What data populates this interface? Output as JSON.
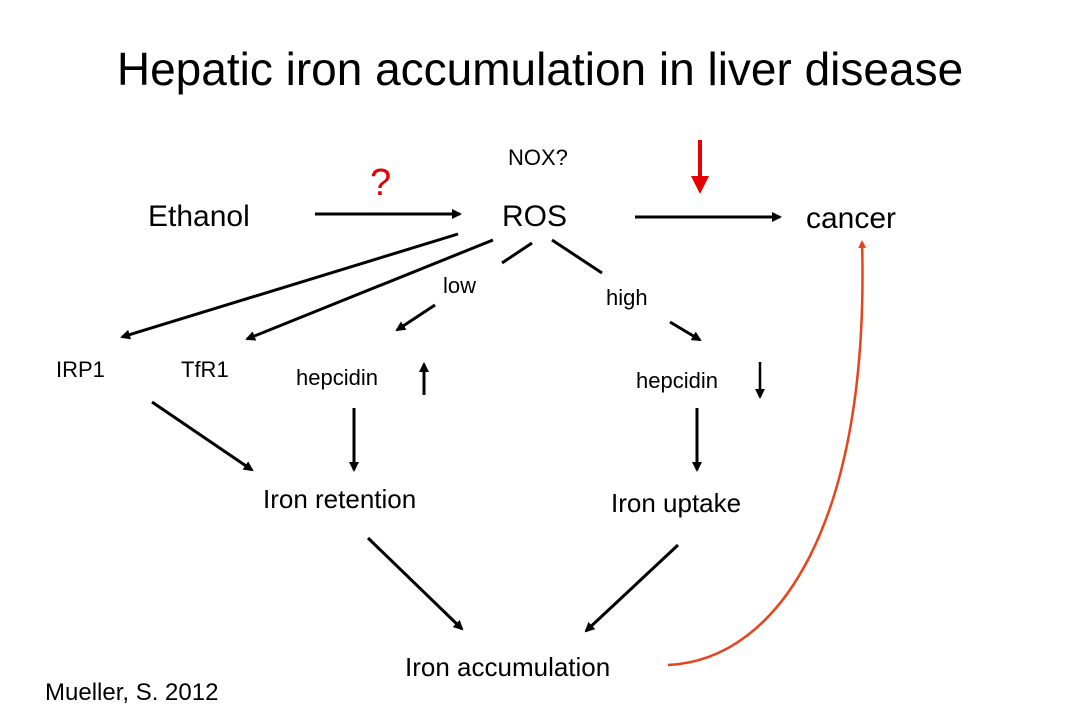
{
  "title": "Hepatic iron accumulation in liver disease",
  "nodes": {
    "ethanol": "Ethanol",
    "ros": "ROS",
    "nox": "NOX?",
    "question": "?",
    "cancer": "cancer",
    "irp1": "IRP1",
    "tfr1": "TfR1",
    "low": "low",
    "high": "high",
    "hepcidin_left": "hepcidin",
    "hepcidin_right": "hepcidin",
    "iron_retention": "Iron retention",
    "iron_uptake": "Iron uptake",
    "iron_accumulation": "Iron accumulation"
  },
  "citation": "Mueller, S. 2012",
  "colors": {
    "text": "#000000",
    "red": "#e60000",
    "curve": "#e8431a"
  }
}
